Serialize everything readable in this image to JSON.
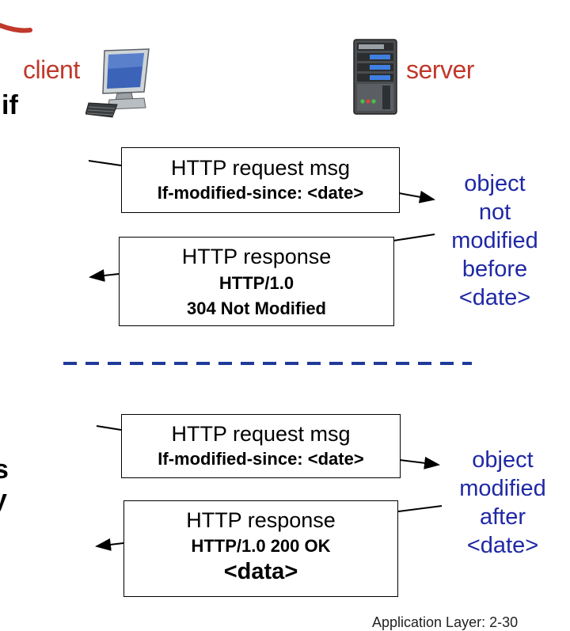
{
  "client": {
    "label": "client"
  },
  "server": {
    "label": "server"
  },
  "left_edge_fragments": {
    "line1": "if",
    "line2": "s",
    "line3": "y"
  },
  "exchange_not_modified": {
    "request": {
      "title": "HTTP request msg",
      "header": "If-modified-since: <date>"
    },
    "response": {
      "title": "HTTP response",
      "version": "HTTP/1.0",
      "status": "304 Not Modified"
    },
    "server_note": [
      "object",
      "not",
      "modified",
      "before",
      "<date>"
    ]
  },
  "exchange_modified": {
    "request": {
      "title": "HTTP request msg",
      "header": "If-modified-since: <date>"
    },
    "response": {
      "title": "HTTP response",
      "status_line": "HTTP/1.0 200 OK",
      "body": "<data>"
    },
    "server_note": [
      "object",
      "modified",
      "after",
      "<date>"
    ]
  },
  "footer": {
    "text": "Application Layer: 2-30"
  },
  "colors": {
    "label_red": "#c0392b",
    "note_blue": "#1f28a5",
    "divider_blue": "#1f3a9a"
  }
}
